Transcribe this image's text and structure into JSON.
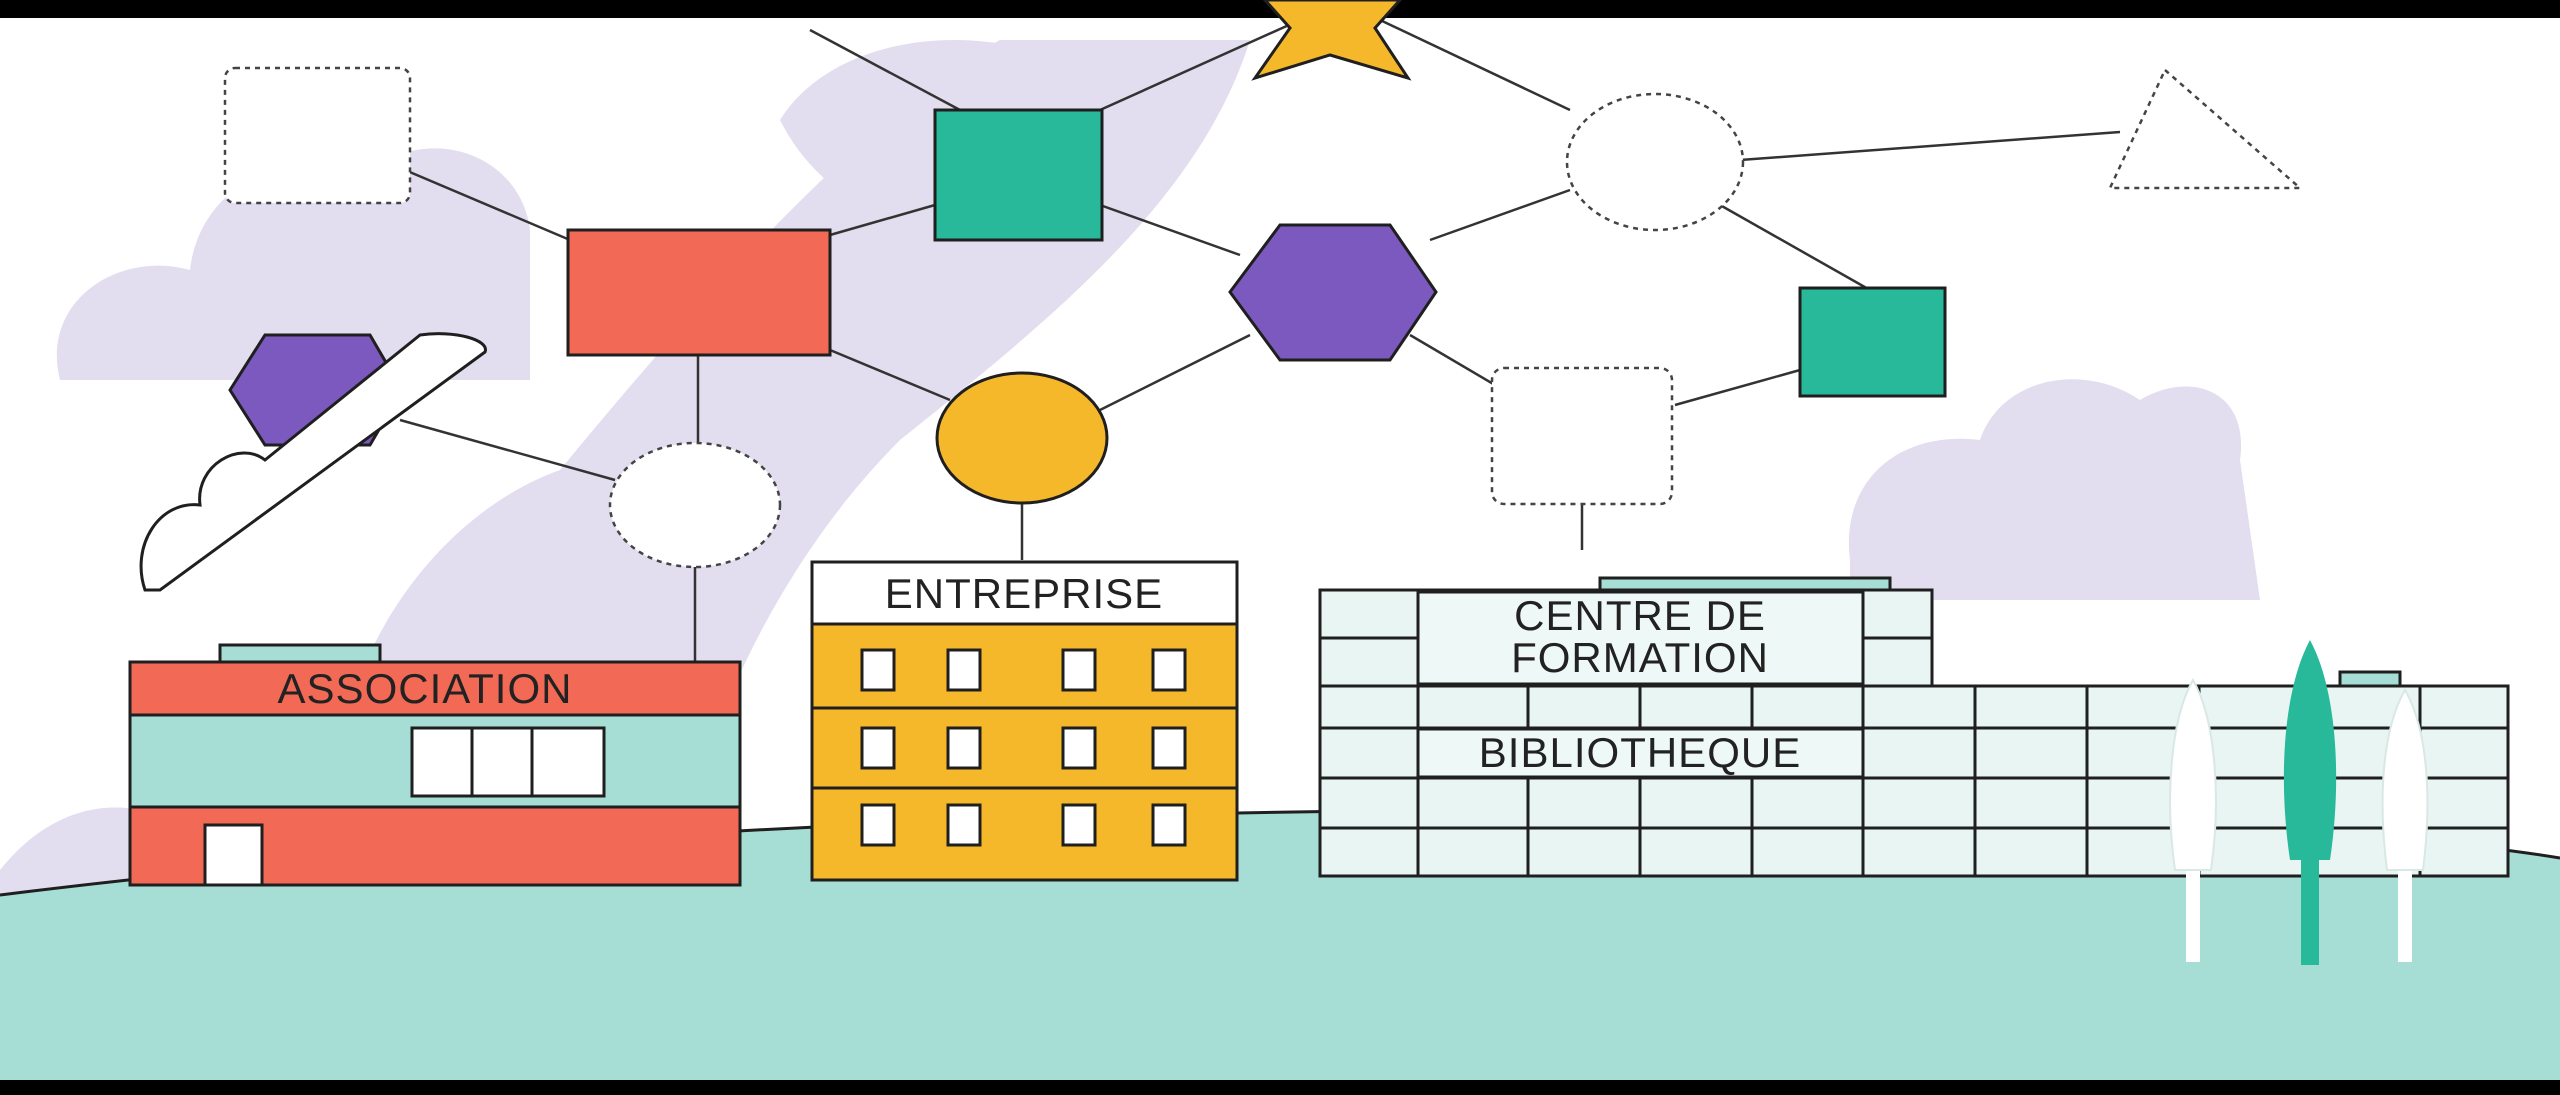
{
  "buildings": {
    "association": {
      "label": "ASSOCIATION"
    },
    "entreprise": {
      "label": "ENTREPRISE"
    },
    "centre_formation": {
      "label_line1": "CENTRE DE",
      "label_line2": "FORMATION"
    },
    "bibliotheque": {
      "label": "BIBLIOTHEQUE"
    }
  },
  "colors": {
    "coral": "#f26a55",
    "teal": "#27b99a",
    "purple": "#7c59bf",
    "yellow": "#f6b82b",
    "mint_ground": "#a6ddd4",
    "lavender_cloud": "#e2ddef",
    "outline": "#1f1f1f"
  }
}
